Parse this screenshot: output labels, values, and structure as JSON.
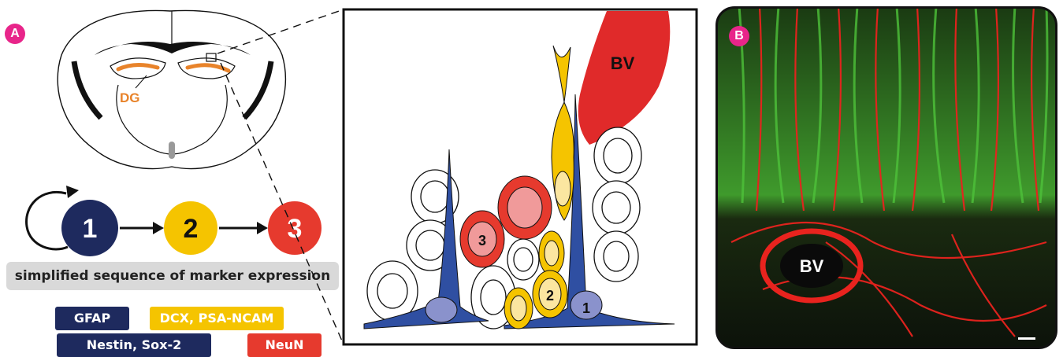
{
  "panel_a": {
    "badge": "A",
    "region_label": "DG",
    "steps": [
      "1",
      "2",
      "3"
    ],
    "caption": "simplified sequence of marker expression",
    "markers": {
      "gfap": "GFAP",
      "dcx": "DCX, PSA-NCAM",
      "nestin": "Nestin, Sox-2",
      "neun": "NeuN"
    }
  },
  "schematic": {
    "vessel_label": "BV",
    "cell_labels": [
      "1",
      "2",
      "3"
    ]
  },
  "panel_b": {
    "badge": "B",
    "vessel_label": "BV"
  },
  "colors": {
    "stage1": "#1e2a5e",
    "stage2": "#f5c400",
    "stage3": "#e63a2e",
    "radial_glia": "#2f4fa2",
    "badge": "#e8258a",
    "dg": "#e8832a"
  }
}
